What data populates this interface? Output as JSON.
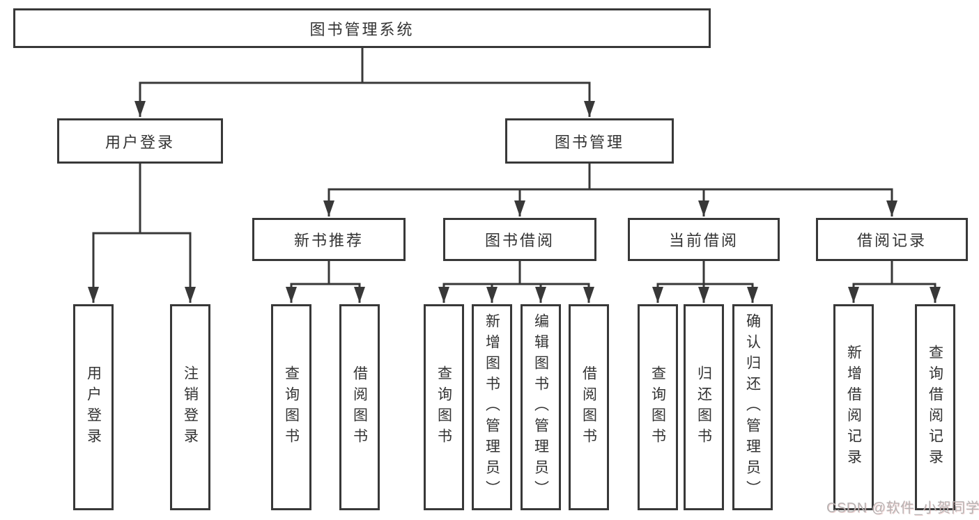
{
  "tree": {
    "root": {
      "label": "图书管理系统"
    },
    "branches": [
      {
        "label": "用户登录",
        "children": [
          {
            "label": "用户登录"
          },
          {
            "label": "注销登录"
          }
        ]
      },
      {
        "label": "图书管理",
        "children": [
          {
            "label": "新书推荐",
            "children": [
              {
                "label": "查询图书"
              },
              {
                "label": "借阅图书"
              }
            ]
          },
          {
            "label": "图书借阅",
            "children": [
              {
                "label": "查询图书"
              },
              {
                "label": "新增图书（管理员）"
              },
              {
                "label": "编辑图书（管理员）"
              },
              {
                "label": "借阅图书"
              }
            ]
          },
          {
            "label": "当前借阅",
            "children": [
              {
                "label": "查询图书"
              },
              {
                "label": "归还图书"
              },
              {
                "label": "确认归还（管理员）"
              }
            ]
          },
          {
            "label": "借阅记录",
            "children": [
              {
                "label": "新增借阅记录"
              },
              {
                "label": "查询借阅记录"
              }
            ]
          }
        ]
      }
    ]
  },
  "watermark": {
    "text": "CSDN @软件_小贺同学"
  },
  "colors": {
    "line": "#383838",
    "box_border": "#383838",
    "box_fill": "#ffffff",
    "text": "#333333",
    "watermark": "#b7b3b3",
    "background": "#ffffff"
  }
}
